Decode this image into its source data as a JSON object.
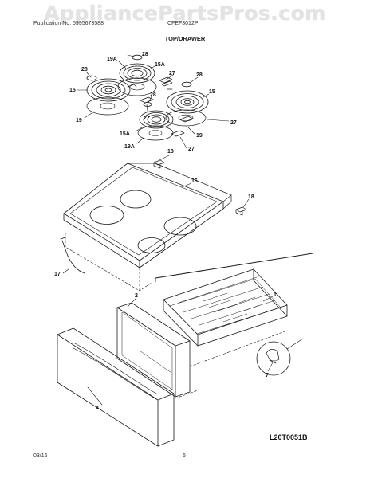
{
  "watermark": "AppliancePartsPros.com",
  "header": {
    "publication": "Publication No: 5995673588",
    "model": "CFEF3012P",
    "section_title": "TOP/DRAWER"
  },
  "footer": {
    "date": "03/16",
    "page_number": "6",
    "diagram_code": "L20T0051B"
  },
  "callouts": {
    "n28a": "28",
    "n19a_tl": "19A",
    "n15a_t": "15A",
    "n27_t": "27",
    "n28_tl": "28",
    "n28_r": "28",
    "n15_l": "15",
    "n15_r": "15",
    "n28_m": "28",
    "n19_l": "19",
    "n27_m": "27",
    "n15a_m": "15A",
    "n19_r": "19",
    "n27_r": "27",
    "n19a_b": "19A",
    "n27_b": "27",
    "n18_t": "18",
    "n16": "16",
    "n18_r": "18",
    "n17": "17",
    "n2": "2",
    "n1": "1",
    "n7": "7",
    "n4": "4"
  }
}
